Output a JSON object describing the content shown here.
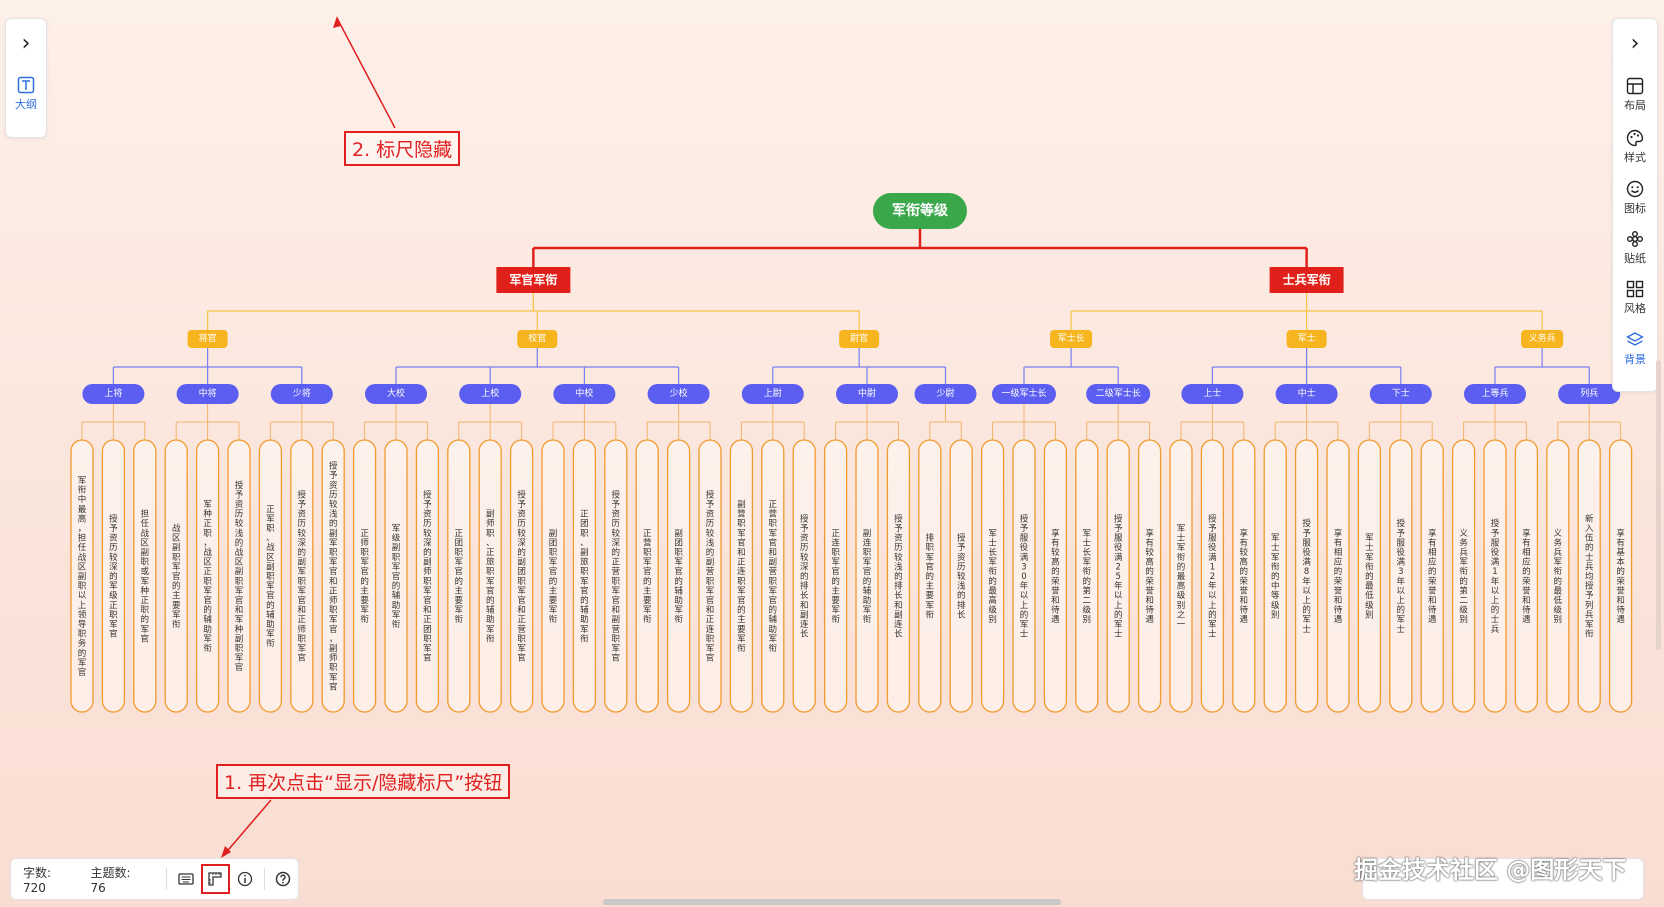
{
  "left_panel": {
    "outline_label": "大纲"
  },
  "right_panel": {
    "items": [
      {
        "label": "布局",
        "icon": "layout-icon"
      },
      {
        "label": "样式",
        "icon": "palette-icon"
      },
      {
        "label": "图标",
        "icon": "emoji-icon"
      },
      {
        "label": "贴纸",
        "icon": "sticker-icon"
      },
      {
        "label": "风格",
        "icon": "grid-style-icon"
      },
      {
        "label": "背景",
        "icon": "layers-icon"
      }
    ]
  },
  "callouts": {
    "ruler_hidden": "2. 标尺隐藏",
    "click_again": "1. 再次点击“显示/隐藏标尺”按钮"
  },
  "statusbar": {
    "word_count": "字数: 720",
    "topic_count": "主题数: 76"
  },
  "watermark": "掘金技术社区 @图形天下",
  "colors": {
    "root": "#3aa74a",
    "level1": "#e0211b",
    "level2": "#f6b41e",
    "level3": "#5b5ef0",
    "leaf_border": "#f29a2e",
    "root_line": "#e0211b",
    "level1_line": "#f6c54a",
    "level2_line": "#7b7ef2",
    "leaf_line": "#f2b36a",
    "callout": "#e02020"
  },
  "mindmap": {
    "root": "军衔等级",
    "branches": [
      {
        "label": "军官军衔",
        "groups": [
          {
            "label": "将官",
            "ranks": [
              {
                "label": "上将",
                "leaves": [
                  "军衔中最高，担任战区副职以上领导职务的军官",
                  "授予资历较深的军级正职军官",
                  "担任战区副职或军种正职的军官"
                ]
              },
              {
                "label": "中将",
                "leaves": [
                  "战区副职军官的主要军衔",
                  "军种正职，战区正职军官的辅助军衔",
                  "授予资历较浅的战区副职军官和军种副职军官"
                ]
              },
              {
                "label": "少将",
                "leaves": [
                  "正军职、战区副职军官的辅助军衔",
                  "授予资历较深的副军职军官和正师职军官",
                  "授予资历较浅的副军职军官和正师职军官，副师职军官"
                ]
              }
            ]
          },
          {
            "label": "校官",
            "ranks": [
              {
                "label": "大校",
                "leaves": [
                  "正师职军官的主要军衔",
                  "军级副职军官的辅助军衔",
                  "授予资历较深的副师职军官和正团职军官"
                ]
              },
              {
                "label": "上校",
                "leaves": [
                  "正团职军官的主要军衔",
                  "副师职、正旅职军官的辅助军衔",
                  "授予资历较深的副团职军官和正营职军官"
                ]
              },
              {
                "label": "中校",
                "leaves": [
                  "副团职军官的主要军衔",
                  "正团职、副旅职军官的辅助军衔",
                  "授予资历较深的正营职军官和副营职军官"
                ]
              },
              {
                "label": "少校",
                "leaves": [
                  "正营职军官的主要军衔",
                  "副团职军官的辅助军衔",
                  "授予资历较浅的副营职军官和正连职军官"
                ]
              }
            ]
          },
          {
            "label": "尉官",
            "ranks": [
              {
                "label": "上尉",
                "leaves": [
                  "副营职军官和正连职军官的主要军衔",
                  "正营职军官和副营职军官的辅助军衔",
                  "授予资历较深的排长和副连长"
                ]
              },
              {
                "label": "中尉",
                "leaves": [
                  "正连职军官的主要军衔",
                  "副连职军官的辅助军衔",
                  "授予资历较浅的排长和副连长"
                ]
              },
              {
                "label": "少尉",
                "leaves": [
                  "排职军官的主要军衔",
                  "授予资历较浅的排长"
                ]
              }
            ]
          }
        ]
      },
      {
        "label": "士兵军衔",
        "groups": [
          {
            "label": "军士长",
            "ranks": [
              {
                "label": "一级军士长",
                "leaves": [
                  "军士长军衔的最高级别",
                  "授予服役满30年以上的军士",
                  "享有较高的荣誉和待遇"
                ]
              },
              {
                "label": "二级军士长",
                "leaves": [
                  "军士长军衔的第二级别",
                  "授予服役满25年以上的军士",
                  "享有较高的荣誉和待遇"
                ]
              }
            ]
          },
          {
            "label": "军士",
            "ranks": [
              {
                "label": "上士",
                "leaves": [
                  "军士军衔的最高级别之一",
                  "授予服役满12年以上的军士",
                  "享有较高的荣誉和待遇"
                ]
              },
              {
                "label": "中士",
                "leaves": [
                  "军士军衔的中等级别",
                  "授予服役满8年以上的军士",
                  "享有相应的荣誉和待遇"
                ]
              },
              {
                "label": "下士",
                "leaves": [
                  "军士军衔的最低级别",
                  "授予服役满3年以上的军士",
                  "享有相应的荣誉和待遇"
                ]
              }
            ]
          },
          {
            "label": "义务兵",
            "ranks": [
              {
                "label": "上等兵",
                "leaves": [
                  "义务兵军衔的第二级别",
                  "授予服役满1年以上的士兵",
                  "享有相应的荣誉和待遇"
                ]
              },
              {
                "label": "列兵",
                "leaves": [
                  "义务兵军衔的最低级别",
                  "新入伍的士兵均授予列兵军衔",
                  "享有基本的荣誉和待遇"
                ]
              }
            ]
          }
        ]
      }
    ]
  }
}
